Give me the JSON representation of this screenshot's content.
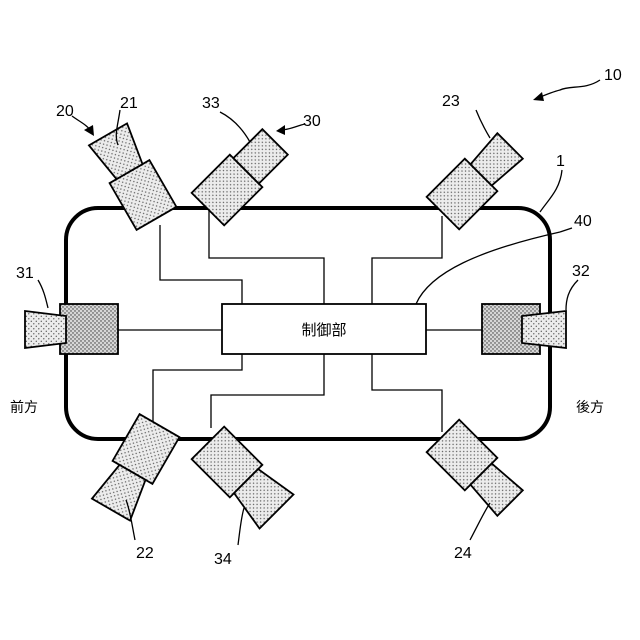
{
  "figure": {
    "system_label": "10",
    "vehicle_label": "1",
    "group_labels": {
      "front_left_group": "20",
      "mid_group": "30"
    },
    "controller": {
      "text": "制御部",
      "ref": "40"
    },
    "cameras": {
      "c21": "21",
      "c22": "22",
      "c23": "23",
      "c24": "24",
      "c31": "31",
      "c32": "32",
      "c33": "33",
      "c34": "34"
    },
    "directions": {
      "front": "前方",
      "rear": "後方"
    }
  }
}
